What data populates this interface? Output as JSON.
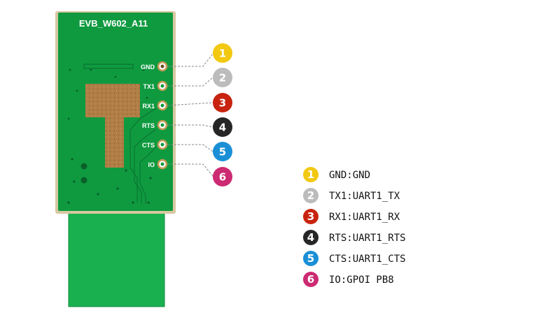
{
  "board": {
    "silkscreen_title": "EVB_W602_A11",
    "pin_labels": [
      "GND",
      "TX1",
      "RX1",
      "RTS",
      "CTS",
      "IO"
    ]
  },
  "badges": [
    {
      "number": "1",
      "color": "#f2c811",
      "text_color": "#ffffff"
    },
    {
      "number": "2",
      "color": "#bcbcbc",
      "text_color": "#ffffff"
    },
    {
      "number": "3",
      "color": "#c8230f",
      "text_color": "#ffffff"
    },
    {
      "number": "4",
      "color": "#262626",
      "text_color": "#ffffff"
    },
    {
      "number": "5",
      "color": "#1a8fd6",
      "text_color": "#ffffff"
    },
    {
      "number": "6",
      "color": "#cc2a72",
      "text_color": "#ffffff"
    }
  ],
  "legend": [
    {
      "number": "1",
      "text": "GND:GND"
    },
    {
      "number": "2",
      "text": "TX1:UART1_TX"
    },
    {
      "number": "3",
      "text": "RX1:UART1_RX"
    },
    {
      "number": "4",
      "text": "RTS:UART1_RTS"
    },
    {
      "number": "5",
      "text": "CTS:UART1_CTS"
    },
    {
      "number": "6",
      "text": "IO:GPOI PB8"
    }
  ],
  "colors": {
    "pcb_green": "#0f9a40",
    "pcb_green_light": "#19b150",
    "pcb_edge": "#d8c8a0",
    "copper": "#b07e46",
    "leader_line": "#888888"
  }
}
